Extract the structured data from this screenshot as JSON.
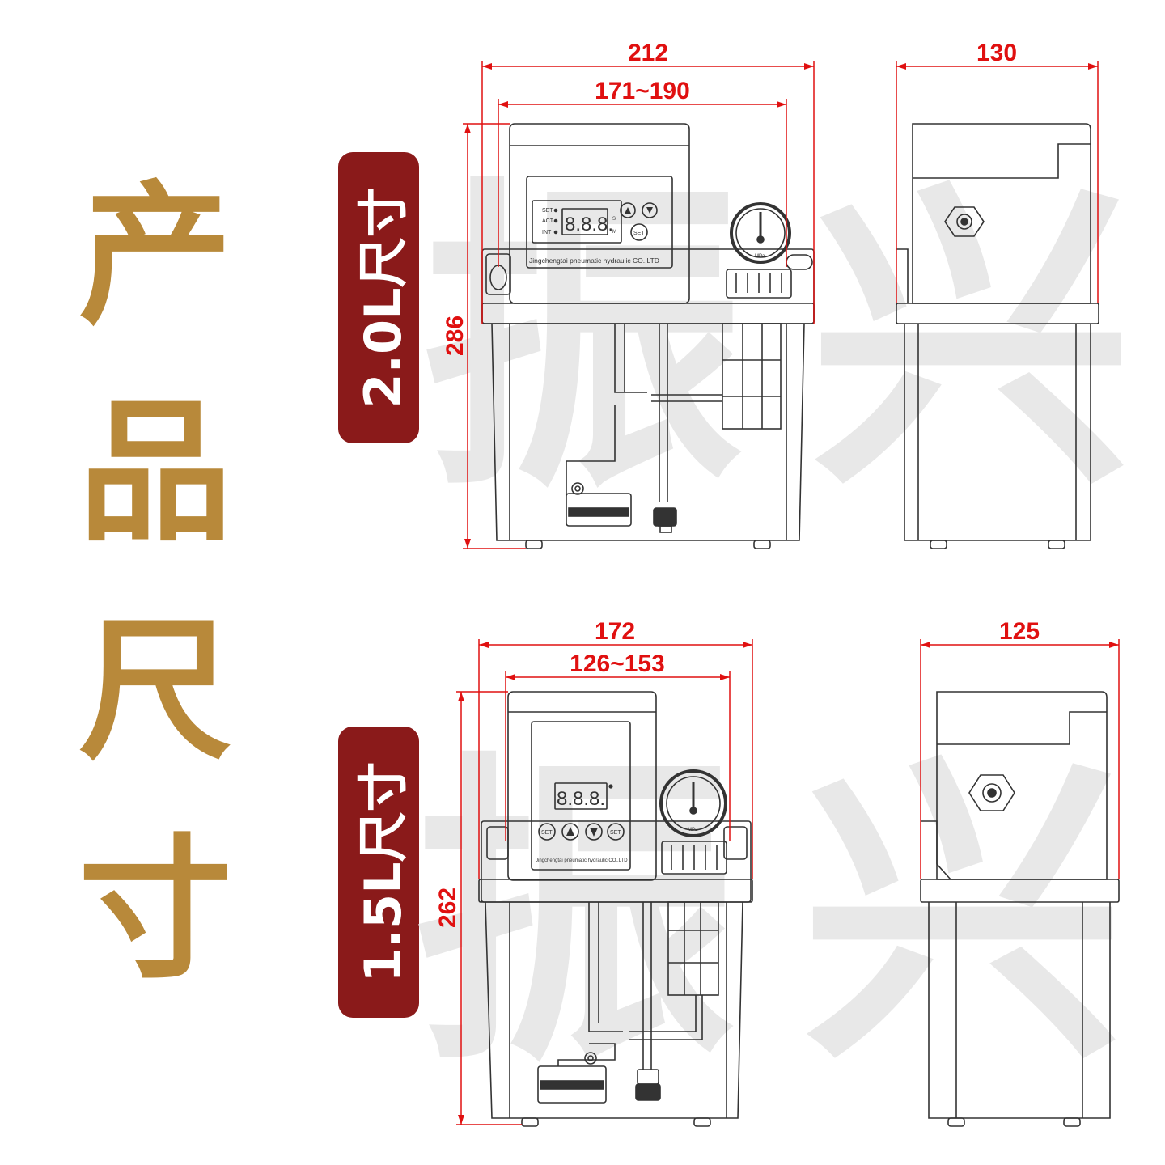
{
  "title": {
    "chars": [
      "产",
      "品",
      "尺",
      "寸"
    ]
  },
  "watermark": [
    "振",
    "兴"
  ],
  "colors": {
    "title": "#b8893a",
    "pill": "#8a1a1a",
    "dimension": "#e01010",
    "line": "#333333",
    "watermark": "#e6e6e6"
  },
  "models": [
    {
      "label": "2.0L尺寸",
      "front": {
        "width": "212",
        "mount_span": "171~190",
        "height": "286"
      },
      "side": {
        "width": "130"
      },
      "panel": {
        "indicators": [
          "SET",
          "ACT",
          "INT"
        ],
        "display": "8.8.8.",
        "mode_s": "S",
        "mode_m": "M",
        "set_button": "SET",
        "company": "Jingchengtai pneumatic hydraulic CO.,LTD",
        "gauge_unit": "MPa"
      }
    },
    {
      "label": "1.5L尺寸",
      "front": {
        "width": "172",
        "mount_span": "126~153",
        "height": "262"
      },
      "side": {
        "width": "125"
      },
      "panel": {
        "display": "8.8.8.",
        "set_left": "SET",
        "set_right": "SET",
        "company": "Jingchengtai pneumatic hydraulic CO.,LTD",
        "gauge_unit": "MPa"
      }
    }
  ]
}
